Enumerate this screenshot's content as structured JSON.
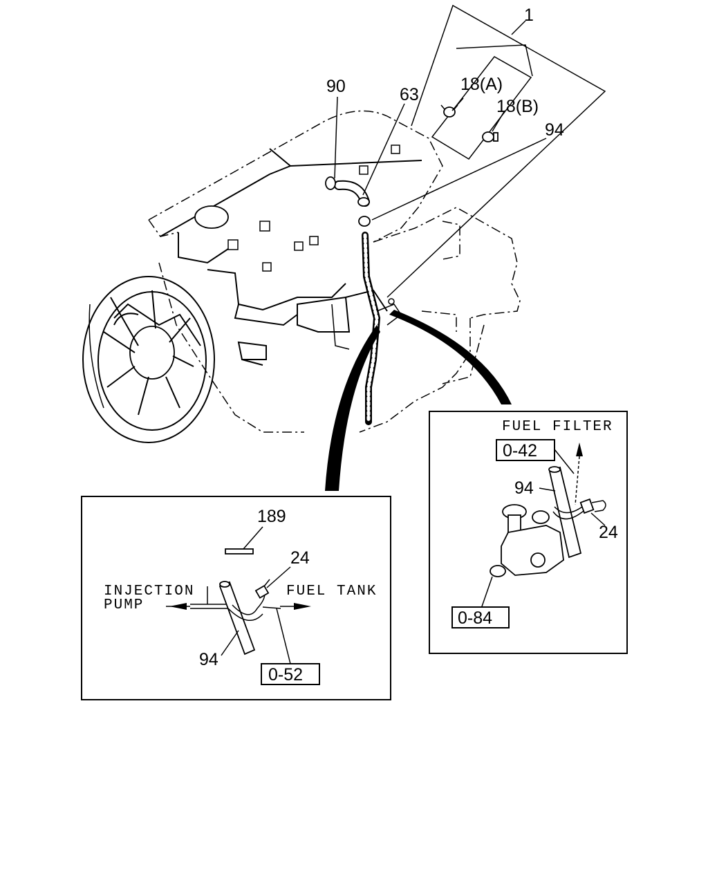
{
  "callouts": {
    "c1": "1",
    "c90": "90",
    "c63": "63",
    "c18a": "18(A)",
    "c18b": "18(B)",
    "c94_top": "94",
    "c189": "189",
    "c24_left": "24",
    "c94_left": "94",
    "c94_right": "94",
    "c24_right": "24"
  },
  "left_inset": {
    "injection_line1": "INJECTION",
    "injection_line2": "PUMP",
    "fuel_tank": "FUEL TANK",
    "ref_box": "0-52"
  },
  "right_inset": {
    "title": "FUEL FILTER",
    "ref_top": "0-42",
    "ref_bottom": "0-84"
  }
}
